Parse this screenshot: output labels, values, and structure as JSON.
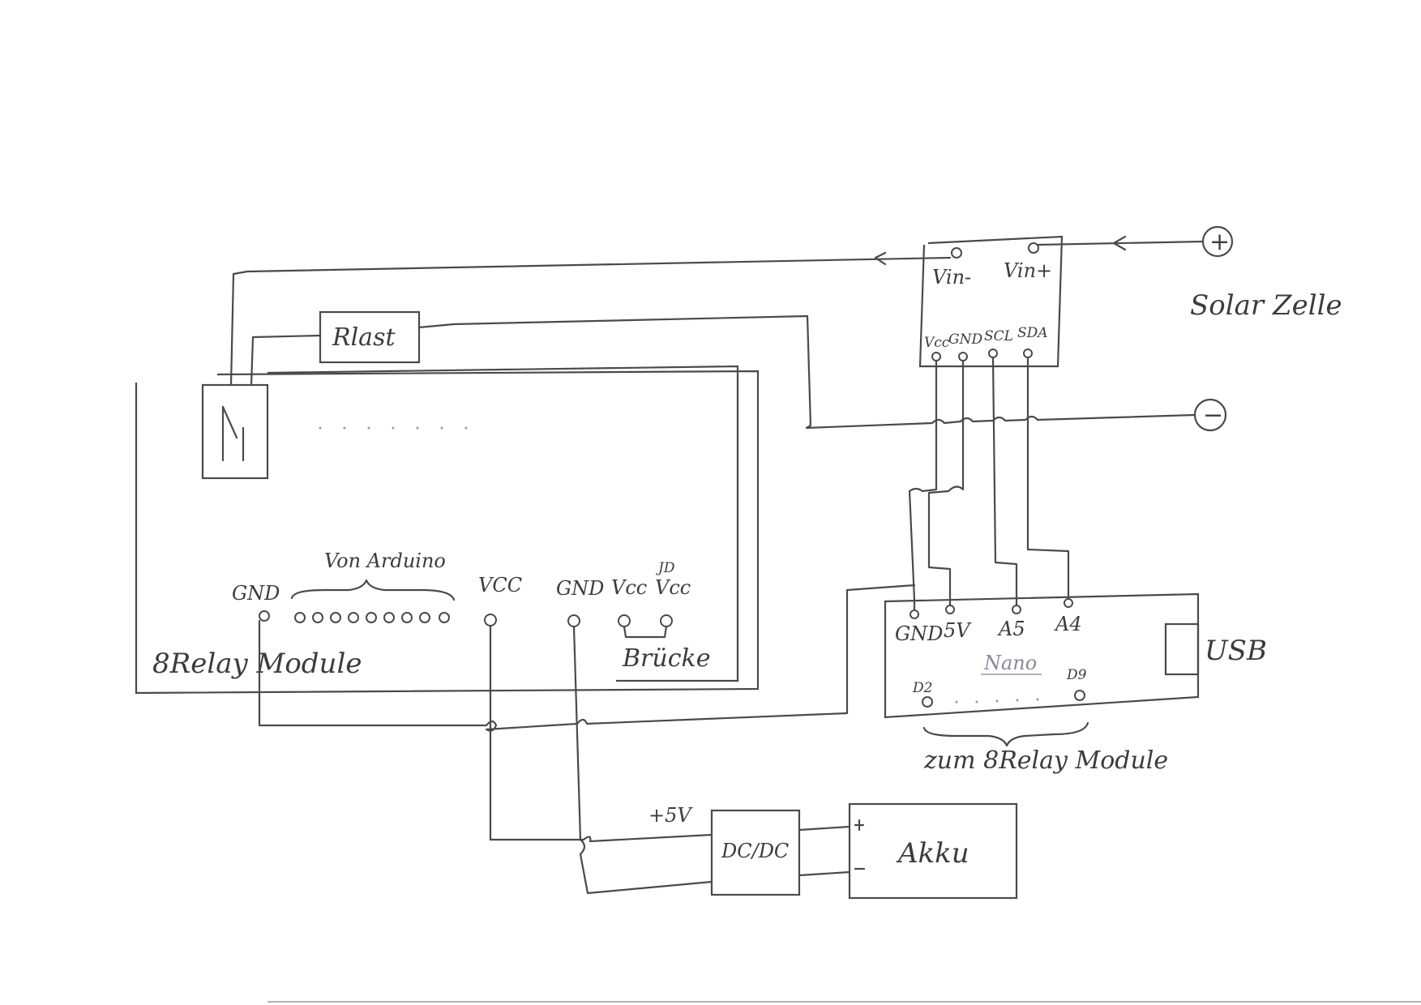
{
  "sheet": {
    "ink_color": "#4a4a4a",
    "paper_color": "#ffffff"
  },
  "labels": {
    "r_last": "Rlast",
    "solar_cell": "Solar Zelle",
    "plus_symbol": "+",
    "minus_symbol": "−",
    "relay_module": "8Relay Module",
    "from_arduino": "Von Arduino",
    "relay_gnd_left": "GND",
    "relay_vcc": "VCC",
    "relay_gnd_right": "GND",
    "relay_vcc_jumper": "Vcc",
    "relay_jd_vcc_top": "JD",
    "relay_jd_vcc_bottom": "Vcc",
    "bridge": "Brücke",
    "ina_vin_minus": "Vin-",
    "ina_vin_plus": "Vin+",
    "ina_vcc": "Vcc",
    "ina_gnd": "GND",
    "ina_scl": "SCL",
    "ina_sda": "SDA",
    "nano_gnd": "GND",
    "nano_5v": "5V",
    "nano_a5": "A5",
    "nano_a4": "A4",
    "nano_title": "Nano",
    "nano_d2": "D2",
    "nano_d9": "D9",
    "usb": "USB",
    "to_relay_module": "zum 8Relay Module",
    "plus_5v": "+5V",
    "dcdc": "DC/DC",
    "battery": "Akku",
    "battery_plus": "+",
    "battery_minus": "−"
  }
}
